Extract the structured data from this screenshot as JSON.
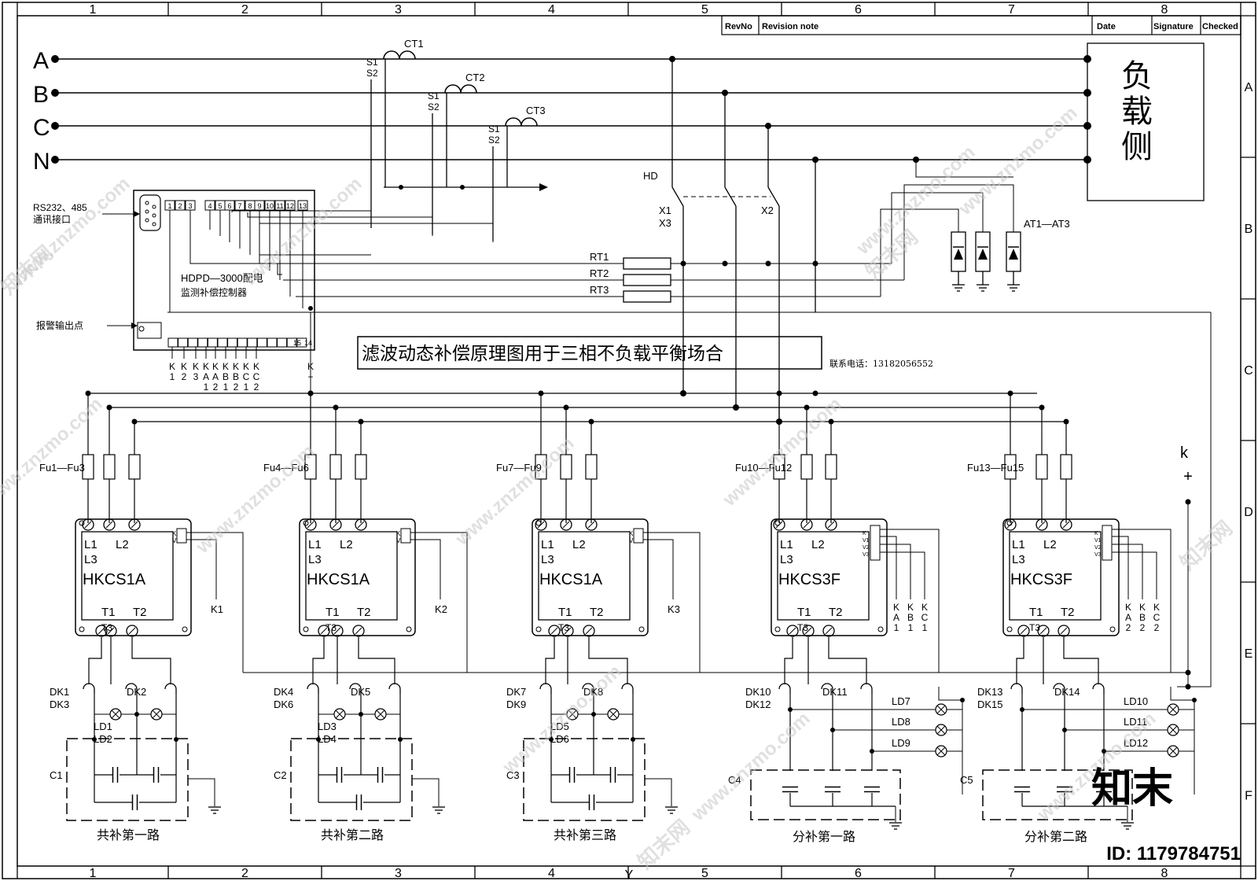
{
  "frame": {
    "columns": [
      "1",
      "2",
      "3",
      "4",
      "5",
      "6",
      "7",
      "8"
    ],
    "rows": [
      "A",
      "B",
      "C",
      "D",
      "E",
      "F"
    ]
  },
  "revision_table": {
    "revno": "RevNo",
    "revision_note": "Revision note",
    "date": "Date",
    "signature": "Signature",
    "checked": "Checked"
  },
  "buses": [
    "A",
    "B",
    "C",
    "N"
  ],
  "load_side_label": [
    "负",
    "载",
    "侧"
  ],
  "current_transformers": [
    {
      "name": "CT1",
      "s1": "S1",
      "s2": "S2"
    },
    {
      "name": "CT2",
      "s1": "S1",
      "s2": "S2"
    },
    {
      "name": "CT3",
      "s1": "S1",
      "s2": "S2"
    }
  ],
  "breaker": {
    "name": "HD",
    "x1": "X1",
    "x3": "X3",
    "x2": "X2"
  },
  "resistors": [
    "RT1",
    "RT2",
    "RT3"
  ],
  "arresters_label": "AT1—AT3",
  "controller": {
    "comm_port_label": "RS232、485",
    "comm_port_sub": "通讯接口",
    "model": "HDPD—3000配电",
    "description": "监测补偿控制器",
    "alarm_label": "报警输出点",
    "top_terminals": [
      "1",
      "2",
      "3",
      "4",
      "5",
      "6",
      "7",
      "8",
      "9",
      "10",
      "11",
      "12",
      "13"
    ],
    "bottom_terminals": [
      "15",
      "14"
    ],
    "outputs": [
      {
        "top": "K",
        "bottom": "1"
      },
      {
        "top": "K",
        "bottom": "2"
      },
      {
        "top": "K",
        "bottom": "3"
      },
      {
        "top": "K",
        "mid": "A",
        "bottom": "1"
      },
      {
        "top": "K",
        "mid": "A",
        "bottom": "2"
      },
      {
        "top": "K",
        "mid": "B",
        "bottom": "1"
      },
      {
        "top": "K",
        "mid": "B",
        "bottom": "2"
      },
      {
        "top": "K",
        "mid": "C",
        "bottom": "1"
      },
      {
        "top": "K",
        "mid": "C",
        "bottom": "2"
      },
      {
        "top": "K",
        "mid": "+",
        "bottom": ""
      }
    ]
  },
  "title_box": "滤波动态补偿原理图用于三相不负载平衡场合",
  "contact": "联系电话：13182056552",
  "k_plus": {
    "k": "k",
    "plus": "+"
  },
  "modules": [
    {
      "fuse": "Fu1—Fu3",
      "model": "HKCS1A",
      "l1": "L1",
      "l2": "L2",
      "l3": "L3",
      "t1": "T1",
      "t2": "T2",
      "t3": "T3",
      "ctrl": [
        "K",
        "V"
      ],
      "out": "K1",
      "dk_a": "DK1",
      "dk_b": "DK3",
      "dk_c": "DK2",
      "ld_a": "LD1",
      "ld_b": "LD2",
      "cap": "C1",
      "caption": "共补第一路"
    },
    {
      "fuse": "Fu4—Fu6",
      "model": "HKCS1A",
      "l1": "L1",
      "l2": "L2",
      "l3": "L3",
      "t1": "T1",
      "t2": "T2",
      "t3": "T3",
      "ctrl": [
        "K",
        "V"
      ],
      "out": "K2",
      "dk_a": "DK4",
      "dk_b": "DK6",
      "dk_c": "DK5",
      "ld_a": "LD3",
      "ld_b": "LD4",
      "cap": "C2",
      "caption": "共补第二路"
    },
    {
      "fuse": "Fu7—Fu9",
      "model": "HKCS1A",
      "l1": "L1",
      "l2": "L2",
      "l3": "L3",
      "t1": "T1",
      "t2": "T2",
      "t3": "T3",
      "ctrl": [
        "K",
        "V"
      ],
      "out": "K3",
      "dk_a": "DK7",
      "dk_b": "DK9",
      "dk_c": "DK8",
      "ld_a": "LD5",
      "ld_b": "LD6",
      "cap": "C3",
      "caption": "共补第三路"
    },
    {
      "fuse": "Fu10—Fu12",
      "model": "HKCS3F",
      "l1": "L1",
      "l2": "L2",
      "l3": "L3",
      "t1": "T1",
      "t2": "T2",
      "t3": "T3",
      "ctrl": [
        "K",
        "V1",
        "V2",
        "V3"
      ],
      "outs": [
        [
          "K",
          "A",
          "1"
        ],
        [
          "K",
          "B",
          "1"
        ],
        [
          "K",
          "C",
          "1"
        ]
      ],
      "dk_a": "DK10",
      "dk_b": "DK12",
      "dk_c": "DK11",
      "lds": [
        "LD7",
        "LD8",
        "LD9"
      ],
      "cap": "C4",
      "caption": "分补第一路"
    },
    {
      "fuse": "Fu13—Fu15",
      "model": "HKCS3F",
      "l1": "L1",
      "l2": "L2",
      "l3": "L3",
      "t1": "T1",
      "t2": "T2",
      "t3": "T3",
      "ctrl": [
        "K",
        "V1",
        "V2",
        "V3"
      ],
      "outs": [
        [
          "K",
          "A",
          "2"
        ],
        [
          "K",
          "B",
          "2"
        ],
        [
          "K",
          "C",
          "2"
        ]
      ],
      "dk_a": "DK13",
      "dk_b": "DK15",
      "dk_c": "DK14",
      "lds": [
        "LD10",
        "LD11",
        "LD12"
      ],
      "cap": "C5",
      "caption": "分补第二路"
    }
  ],
  "watermark": {
    "site": "www.znzmo.com",
    "brand": "知末网",
    "logo": "知末",
    "id": "ID: 1179784751"
  }
}
